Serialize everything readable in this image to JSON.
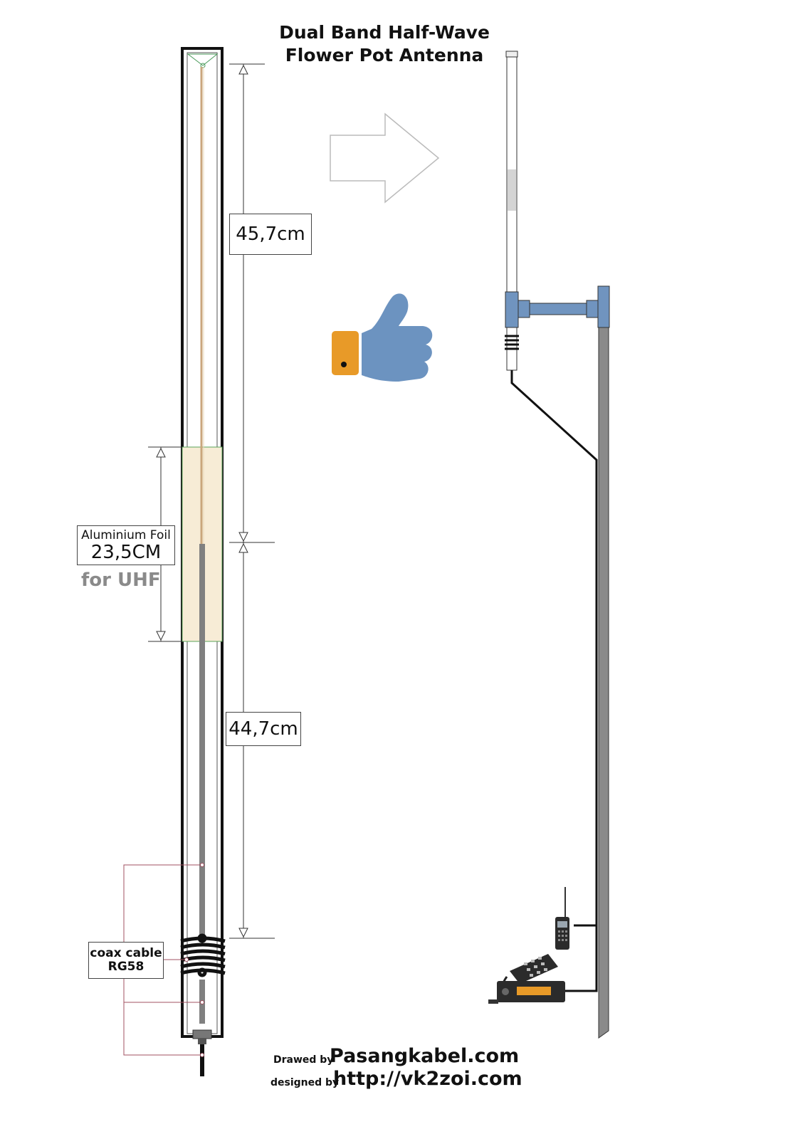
{
  "title_line1": "Dual Band Half-Wave",
  "title_line2": "Flower Pot Antenna",
  "dimensions": {
    "upper": "45,7cm",
    "lower": "44,7cm",
    "foil_label": "Aluminium Foil",
    "foil_length": "23,5CM",
    "foil_band": "for UHF"
  },
  "coax": {
    "line1": "coax cable",
    "line2": "RG58"
  },
  "credits": {
    "drawed_label": "Drawed by",
    "drawed_site": "Pasangkabel.com",
    "designed_label": "designed by",
    "designed_site": "http://vk2zoi.com"
  },
  "colors": {
    "foil": "#f7ecd6",
    "mast_blue": "#7094bf",
    "thumb_blue": "#6c93c0",
    "cuff_orange": "#e89a28",
    "uhf_text": "#8a8a8a",
    "coax_gray": "#808080"
  },
  "icons": [
    "right-arrow-icon",
    "thumbs-up-icon",
    "handheld-radio-icon",
    "mobile-radio-icon"
  ]
}
